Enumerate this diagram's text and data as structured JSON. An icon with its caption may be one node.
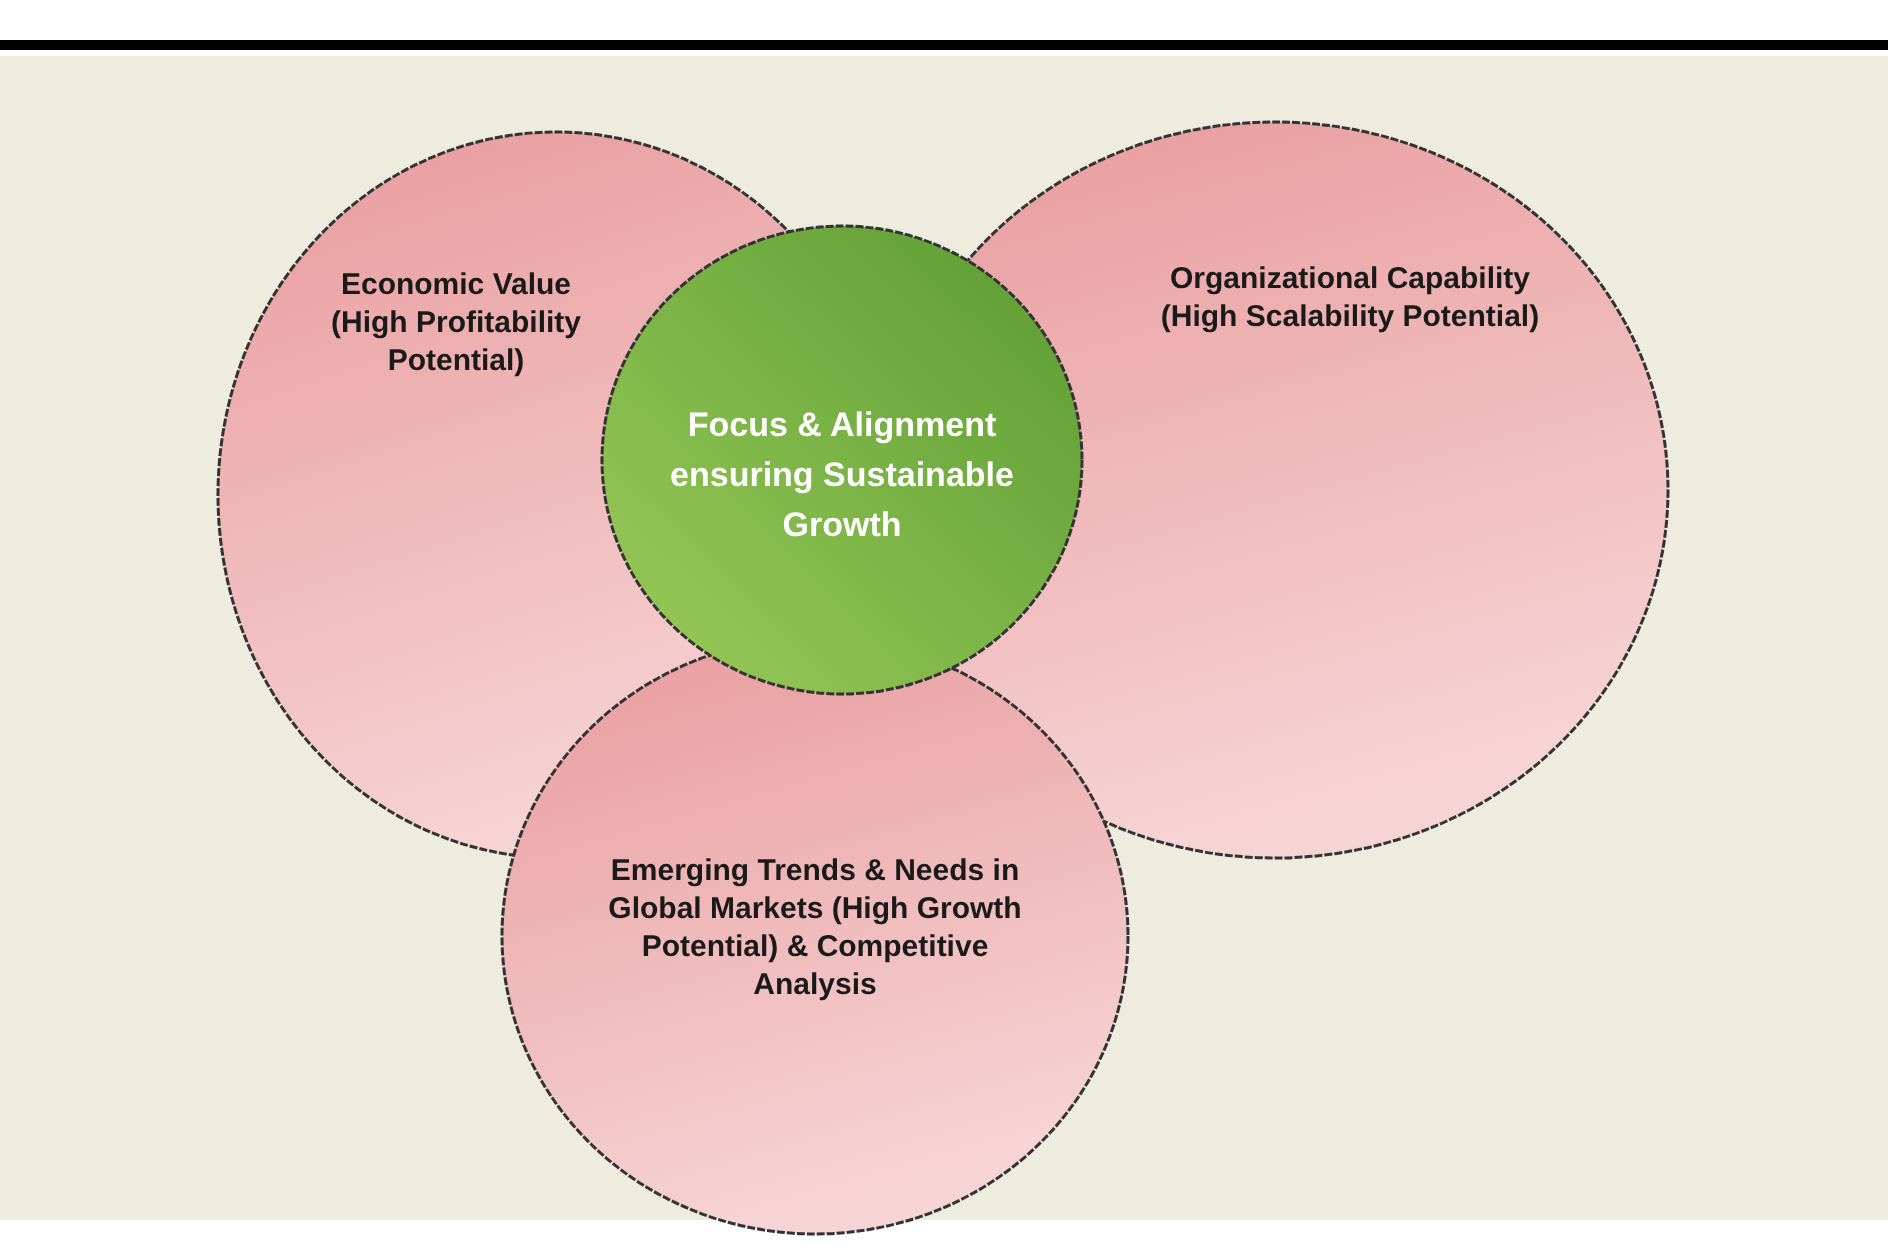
{
  "diagram": {
    "nodes": [
      {
        "text": [
          "Economic Value (High Profitability Potential)"
        ]
      },
      {
        "text": [
          "Organizational Capability (High Scalability Potential)"
        ]
      },
      {
        "text": [
          "Emerging Trends & Needs in Global Markets (High Growth Potential) & Competitive Analysis"
        ]
      },
      {
        "text": [
          "Focus & Alignment ensuring Sustainable Growth"
        ]
      }
    ],
    "edges": []
  }
}
